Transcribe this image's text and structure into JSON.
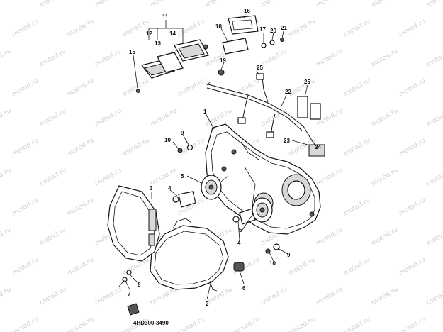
{
  "diagram": {
    "watermark": "motod.ru",
    "drawing_code": "4HD300-3490",
    "callouts": [
      "1",
      "2",
      "3",
      "4",
      "4",
      "5",
      "5",
      "6",
      "7",
      "8",
      "9",
      "9",
      "10",
      "10",
      "11",
      "12",
      "13",
      "14",
      "15",
      "16",
      "17",
      "18",
      "19",
      "20",
      "21",
      "22",
      "23",
      "24",
      "25",
      "25"
    ]
  }
}
